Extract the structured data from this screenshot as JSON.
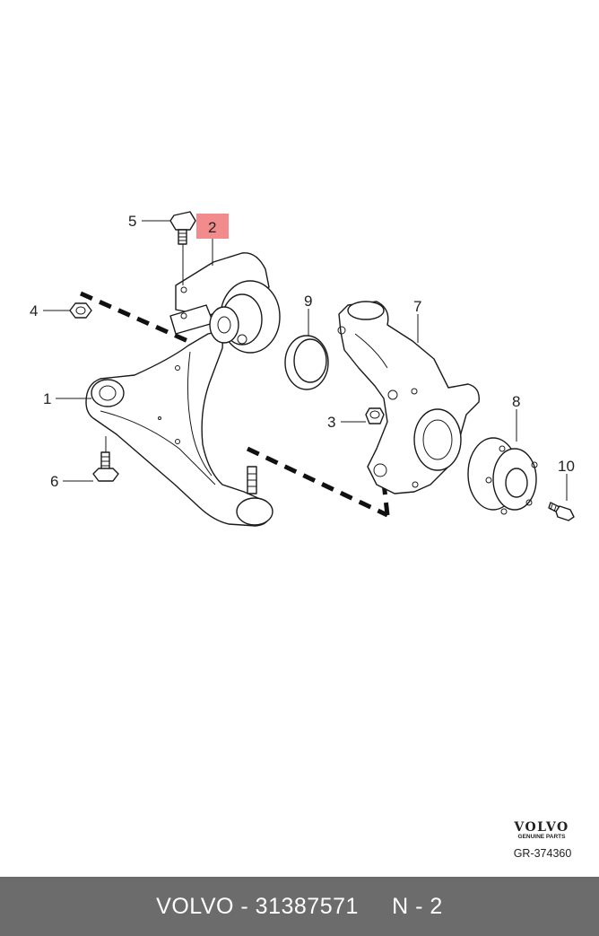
{
  "callouts": {
    "c1": "1",
    "c2": "2",
    "c3": "3",
    "c4": "4",
    "c5": "5",
    "c6": "6",
    "c7": "7",
    "c8": "8",
    "c9": "9",
    "c10": "10"
  },
  "highlighted_callout": "2",
  "colors": {
    "highlight": "#f28b8b",
    "footer_bg": "#6c6c6c",
    "footer_text": "#ffffff"
  },
  "brand": {
    "name": "VOLVO",
    "subtitle": "GENUINE PARTS"
  },
  "drawing_number": "GR-374360",
  "footer": {
    "text": "VOLVO - 31387571     N - 2"
  }
}
